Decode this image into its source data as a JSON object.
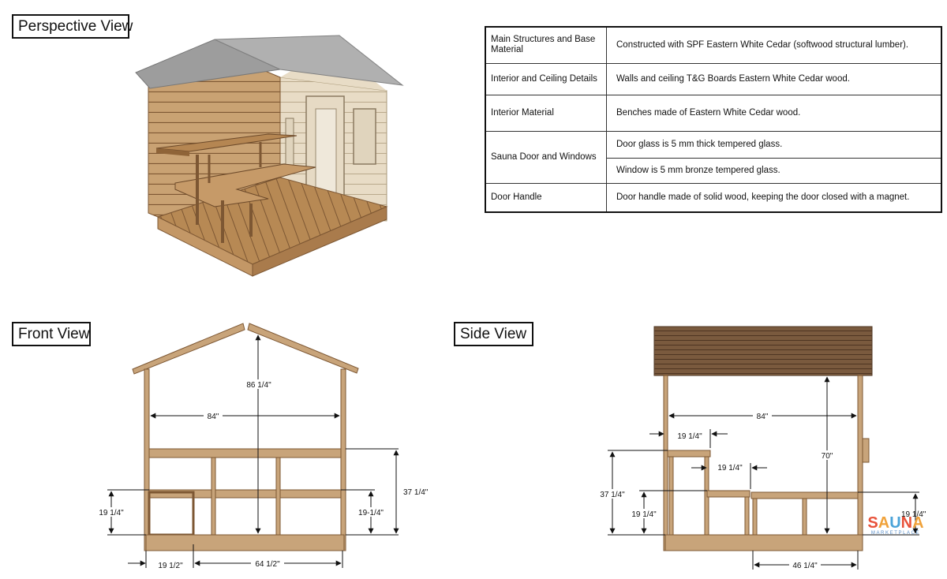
{
  "views": {
    "perspective": "Perspective View",
    "front": "Front View",
    "side": "Side View"
  },
  "spec_table": {
    "rows": [
      {
        "category": "Main Structures and Base Material",
        "detail": "Constructed with SPF Eastern White Cedar (softwood structural lumber)."
      },
      {
        "category": "Interior and Ceiling Details",
        "detail": "Walls and ceiling T&G Boards Eastern White Cedar wood."
      },
      {
        "category": "Interior Material",
        "detail": "Benches made of Eastern White Cedar wood."
      },
      {
        "category": "Sauna Door and Windows",
        "detail": "Door glass is 5 mm thick tempered glass."
      },
      {
        "category": "",
        "detail": "Window is 5 mm bronze tempered glass."
      },
      {
        "category": "Door Handle",
        "detail": "Door handle made of solid wood, keeping the door closed with a magnet."
      }
    ]
  },
  "front_dims": {
    "height": "86 1/4\"",
    "width": "84\"",
    "bench_height": "37 1/4\"",
    "lower_bench_left": "19 1/4\"",
    "lower_bench_right": "19-1/4\"",
    "step_width": "19 1/2\"",
    "bench_width": "64 1/2\""
  },
  "side_dims": {
    "width": "84\"",
    "top_bench_depth": "19 1/4\"",
    "lower_bench_depth": "19 1/4\"",
    "wall_height": "70\"",
    "upper_bench_height": "37 1/4\"",
    "lower_bench_height_left": "19 1/4\"",
    "lower_bench_height_right": "19 1/4\"",
    "lower_bench_length": "46 1/4\""
  },
  "logo": {
    "letters": [
      "S",
      "A",
      "U",
      "N",
      "A"
    ],
    "colors": [
      "#e8523a",
      "#f0a23a",
      "#4aa3d8",
      "#e8523a",
      "#f0a23a"
    ],
    "tagline": "MARKETPLACE"
  },
  "colors": {
    "wood": "#c49a6c",
    "wood_dark": "#8a5f38",
    "roof": "#9a9a9a",
    "side_roof": "#7a5a3e"
  }
}
